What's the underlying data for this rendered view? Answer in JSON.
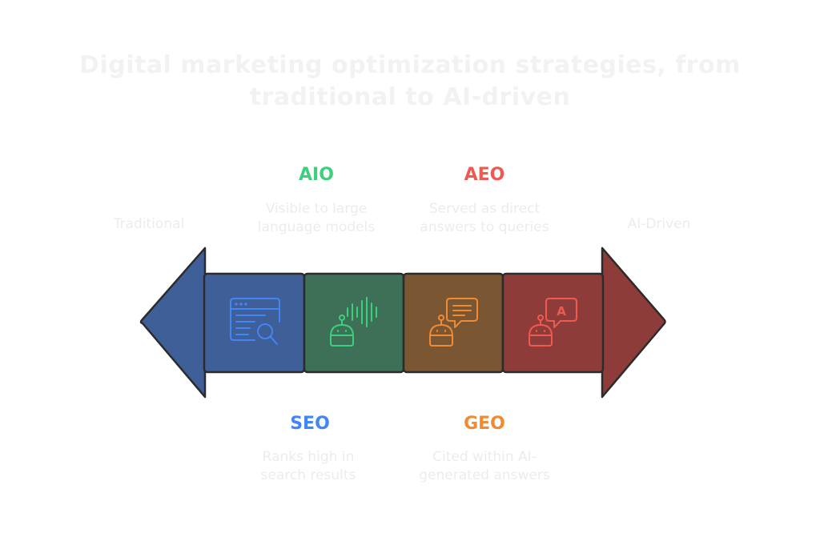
{
  "title": {
    "line1": "Digital marketing optimization strategies, from",
    "line2": "traditional to AI-driven"
  },
  "poles": {
    "left": "Traditional",
    "right": "AI-Driven"
  },
  "stages": [
    {
      "id": "seo",
      "name": "SEO",
      "desc_line1": "Ranks high in",
      "desc_line2": "search results",
      "color": "#4285f4",
      "fill": "#3f5f99",
      "icon": "search-results-icon"
    },
    {
      "id": "aio",
      "name": "AIO",
      "desc_line1": "Visible to large",
      "desc_line2": "language models",
      "color": "#3ecf7e",
      "fill": "#3e7058",
      "icon": "robot-voice-icon"
    },
    {
      "id": "aeo",
      "name": "AEO",
      "desc_line1": "Served as direct",
      "desc_line2": "answers to queries",
      "color": "#f08a33",
      "fill": "#7b5632",
      "icon": "robot-chat-icon"
    },
    {
      "id": "geo",
      "name": "GEO",
      "desc_line1": "Cited within AI-",
      "desc_line2": "generated answers",
      "color": "#f0594f",
      "fill": "#8e3c3a",
      "icon": "robot-answer-icon"
    }
  ],
  "colors": {
    "left_arrowhead": "#3f5f99",
    "right_arrowhead": "#8e3c3a",
    "outline": "#2b2b2b",
    "label_aio": "#3ecf7e",
    "label_aeo": "#f0594f",
    "label_seo": "#4285f4",
    "label_geo": "#f08a33"
  },
  "icon_glyphs": {
    "answer_letter": "A"
  }
}
